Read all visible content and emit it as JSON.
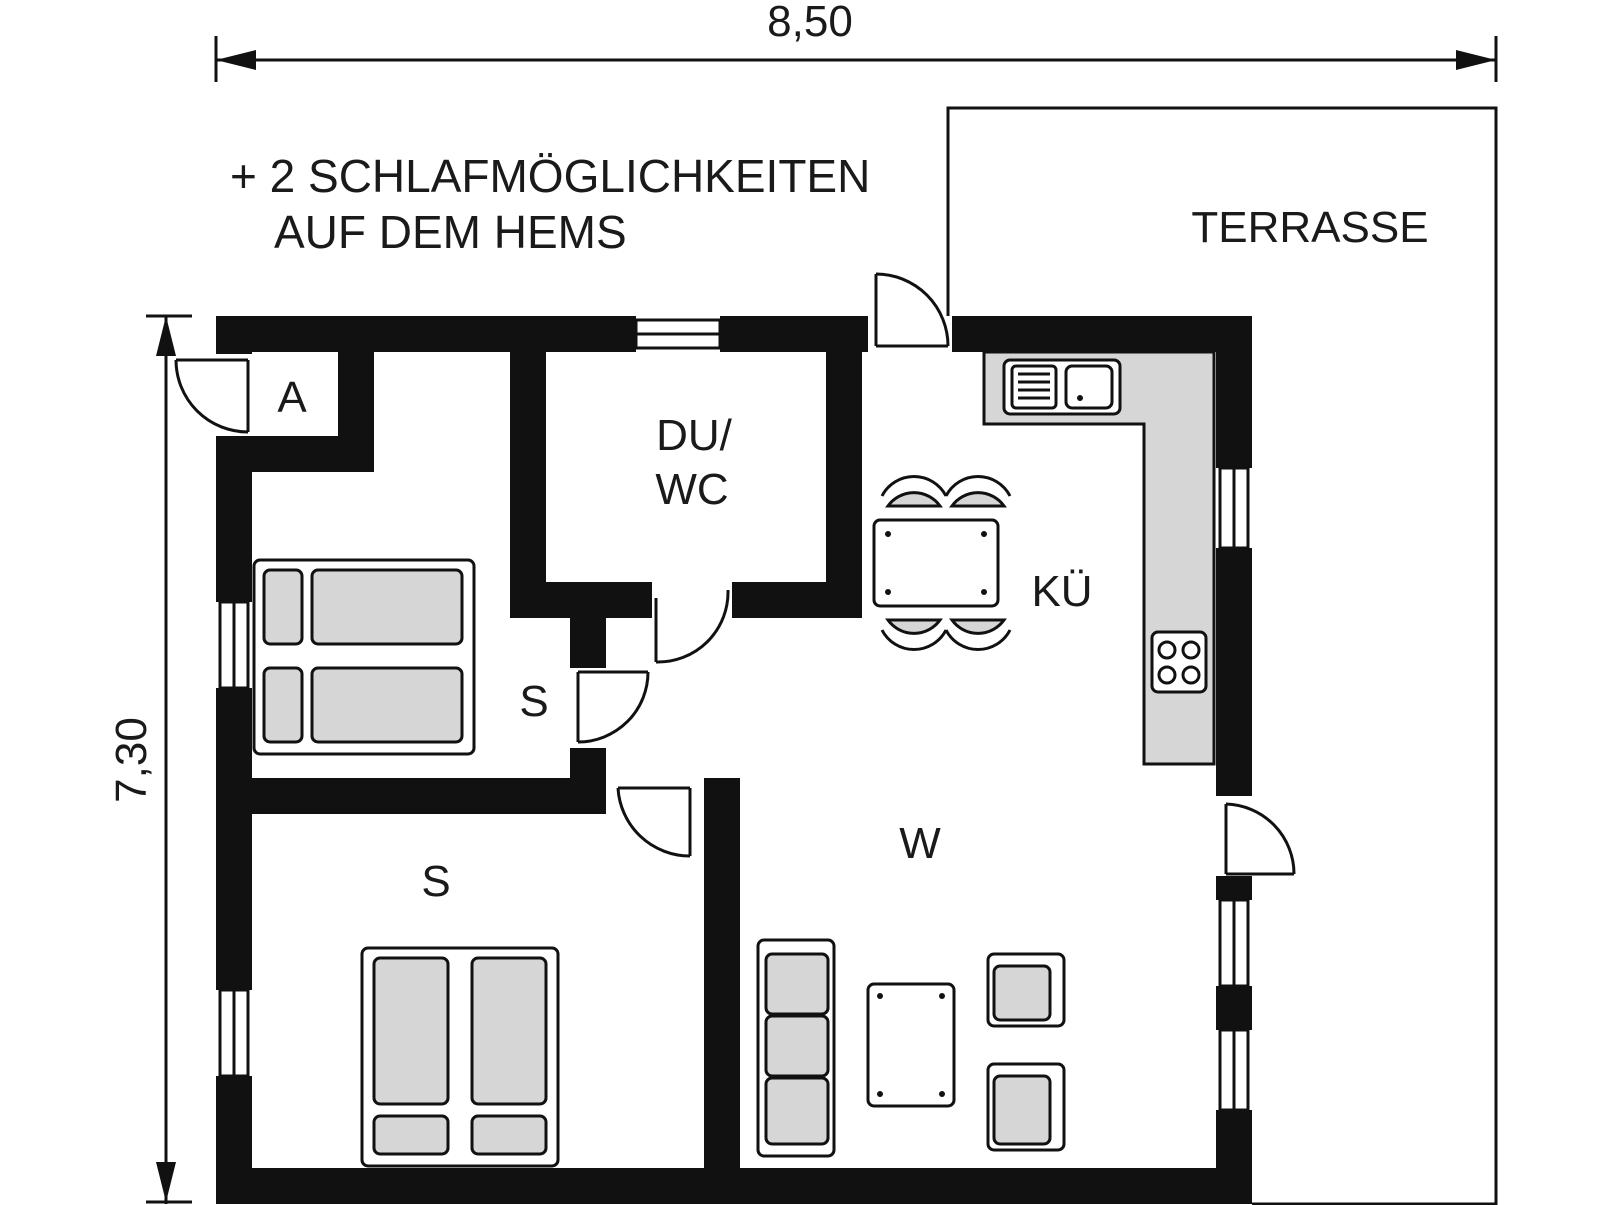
{
  "dimensions": {
    "width_label": "8,50",
    "height_label": "7,30"
  },
  "note": {
    "line1": "+ 2 SCHLAFMÖGLICHKEITEN",
    "line2": "AUF DEM HEMS"
  },
  "rooms": {
    "terrace": "TERRASSE",
    "storage": "A",
    "bathroom_line1": "DU/",
    "bathroom_line2": "WC",
    "kitchen": "KÜ",
    "bedroom_1": "S",
    "bedroom_2": "S",
    "living": "W"
  },
  "colors": {
    "wall": "#111111",
    "furniture_fill": "#d6d6d6",
    "background": "#ffffff"
  }
}
